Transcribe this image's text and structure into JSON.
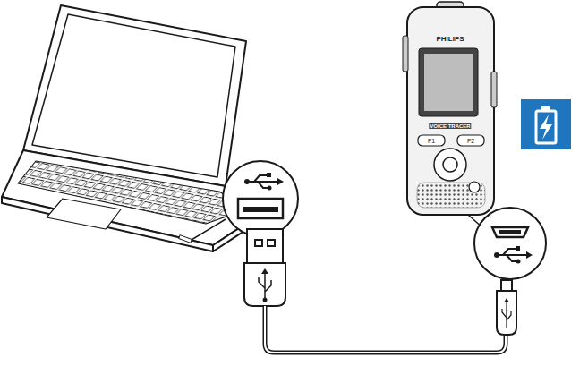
{
  "diagram": {
    "labels": [
      "PHILIPS",
      "VOICE TRACER",
      "F1",
      "F2"
    ]
  }
}
